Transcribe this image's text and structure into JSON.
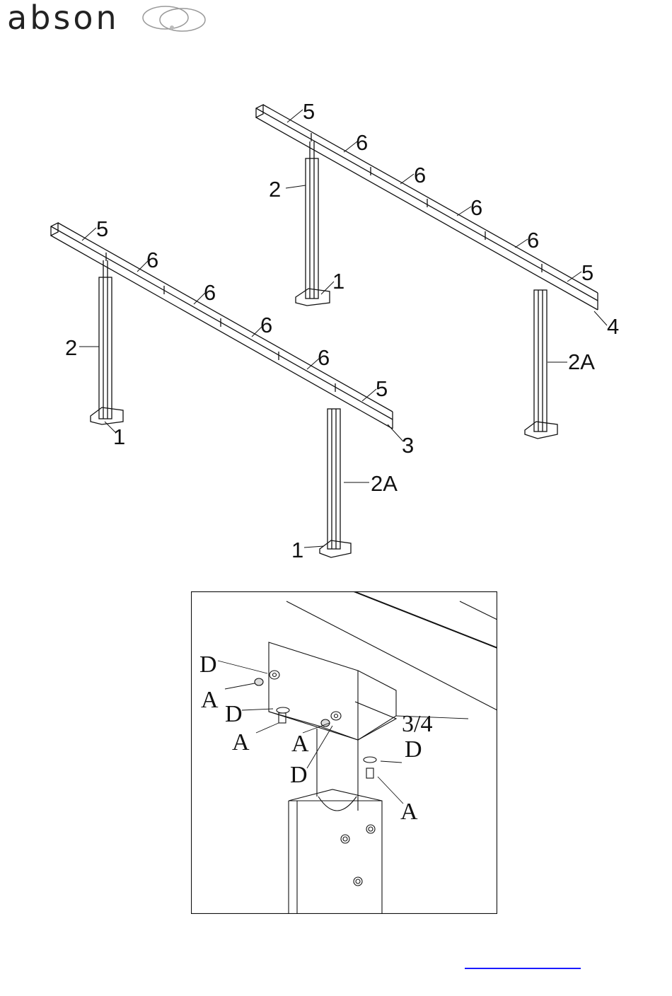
{
  "brand": {
    "name": "abson"
  },
  "overview_labels": {
    "l1": "5",
    "l2": "6",
    "l3": "6",
    "l4": "6",
    "l5": "6",
    "l6": "5",
    "l7": "2",
    "l8": "1",
    "l9": "4",
    "l10": "2A",
    "f1": "5",
    "f2": "6",
    "f3": "6",
    "f4": "6",
    "f5": "6",
    "f6": "5",
    "f7": "2",
    "f8": "1",
    "f9": "3",
    "f10": "2A",
    "f11": "1"
  },
  "detail_labels": {
    "d1": "D",
    "a1": "A",
    "d2": "D",
    "a2": "A",
    "a3": "A",
    "d3": "D",
    "d4": "D",
    "a4": "A",
    "beam": "3/4"
  },
  "colors": {
    "line": "#111111",
    "link": "#1a1aff"
  }
}
